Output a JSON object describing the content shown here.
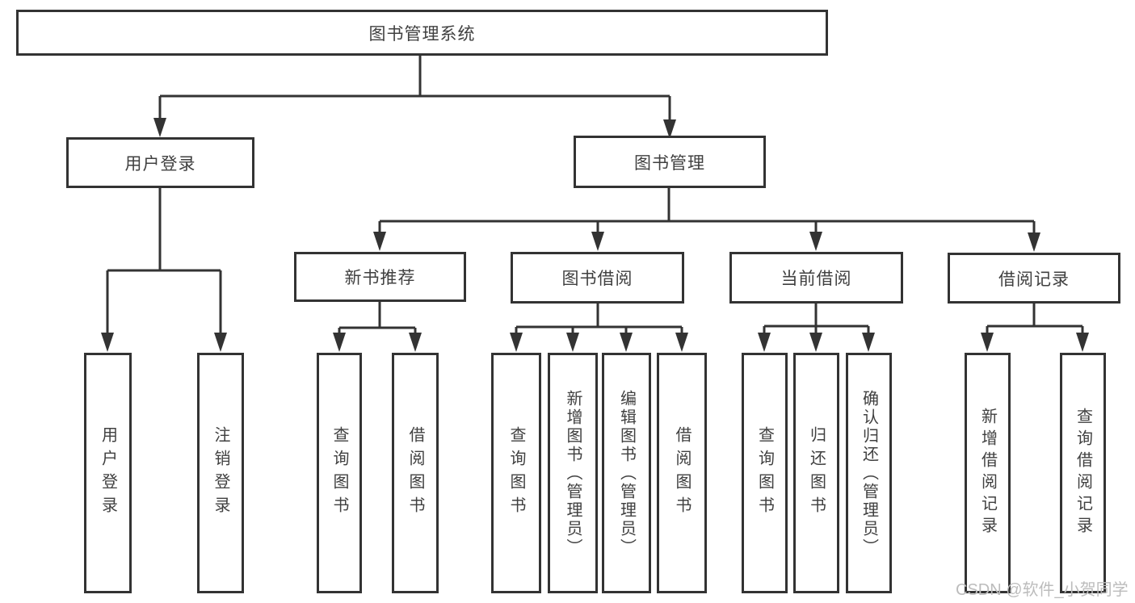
{
  "diagram": {
    "title": "图书管理系统",
    "tree": {
      "label": "图书管理系统",
      "children": [
        {
          "label": "用户登录",
          "children": [
            {
              "label": "用户登录"
            },
            {
              "label": "注销登录"
            }
          ]
        },
        {
          "label": "图书管理",
          "children": [
            {
              "label": "新书推荐",
              "children": [
                {
                  "label": "查询图书"
                },
                {
                  "label": "借阅图书"
                }
              ]
            },
            {
              "label": "图书借阅",
              "children": [
                {
                  "label": "查询图书"
                },
                {
                  "label": "新增图书（管理员）"
                },
                {
                  "label": "编辑图书（管理员）"
                },
                {
                  "label": "借阅图书"
                }
              ]
            },
            {
              "label": "当前借阅",
              "children": [
                {
                  "label": "查询图书"
                },
                {
                  "label": "归还图书"
                },
                {
                  "label": "确认归还（管理员）"
                }
              ]
            },
            {
              "label": "借阅记录",
              "children": [
                {
                  "label": "新增借阅记录"
                },
                {
                  "label": "查询借阅记录"
                }
              ]
            }
          ]
        }
      ]
    },
    "colors": {
      "line": "#333333",
      "box_border": "#333333",
      "text": "#404040",
      "background": "#ffffff",
      "watermark": "#bcbcbc"
    }
  },
  "watermark": {
    "text": "CSDN @软件_小贺同学"
  }
}
